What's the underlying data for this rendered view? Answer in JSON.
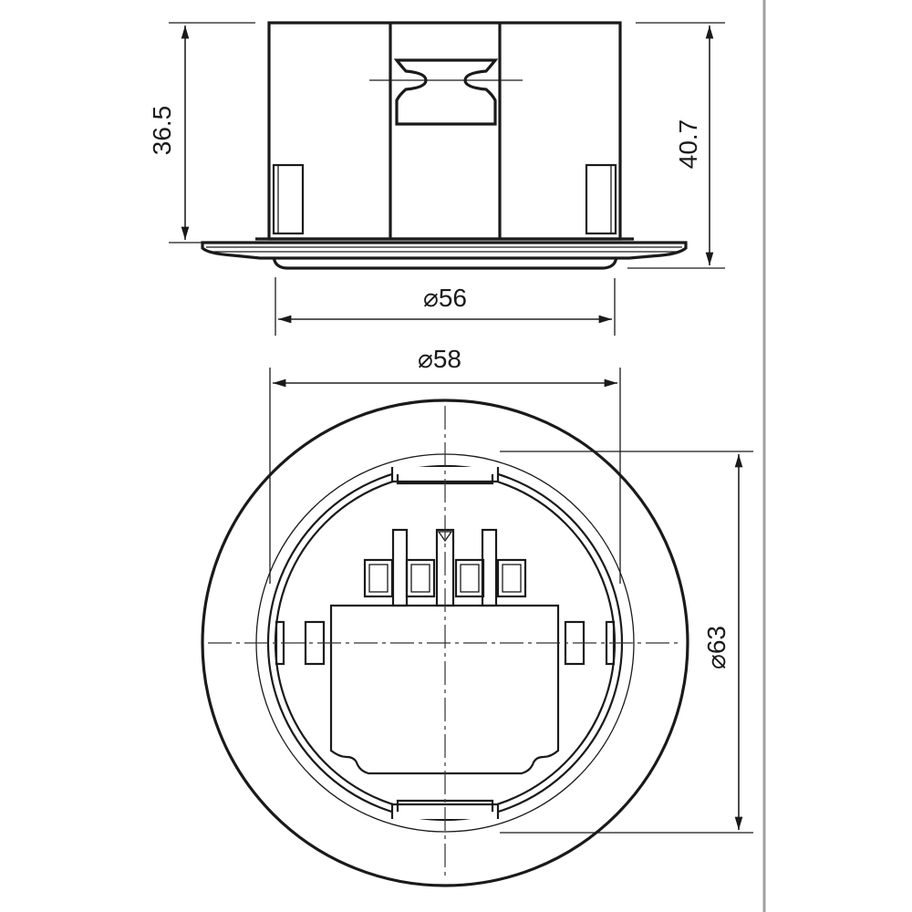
{
  "drawing": {
    "title": "Recessed mounting box - technical dimension drawing",
    "units": "mm",
    "views": [
      "side-view",
      "bottom-view"
    ],
    "colors": {
      "line": "#1a1a1a",
      "background": "#ffffff",
      "border": "#a0a0a0"
    }
  },
  "dimensions": {
    "height_body": {
      "value": "36.5",
      "orientation": "vertical",
      "view": "side-view"
    },
    "height_total": {
      "value": "40.7",
      "orientation": "vertical",
      "view": "side-view"
    },
    "diameter_cutout": {
      "value": "⌀56",
      "orientation": "horizontal",
      "view": "side-view"
    },
    "diameter_body": {
      "value": "⌀58",
      "orientation": "horizontal",
      "view": "bottom-view"
    },
    "diameter_flange": {
      "value": "⌀63",
      "orientation": "vertical",
      "view": "bottom-view"
    }
  }
}
